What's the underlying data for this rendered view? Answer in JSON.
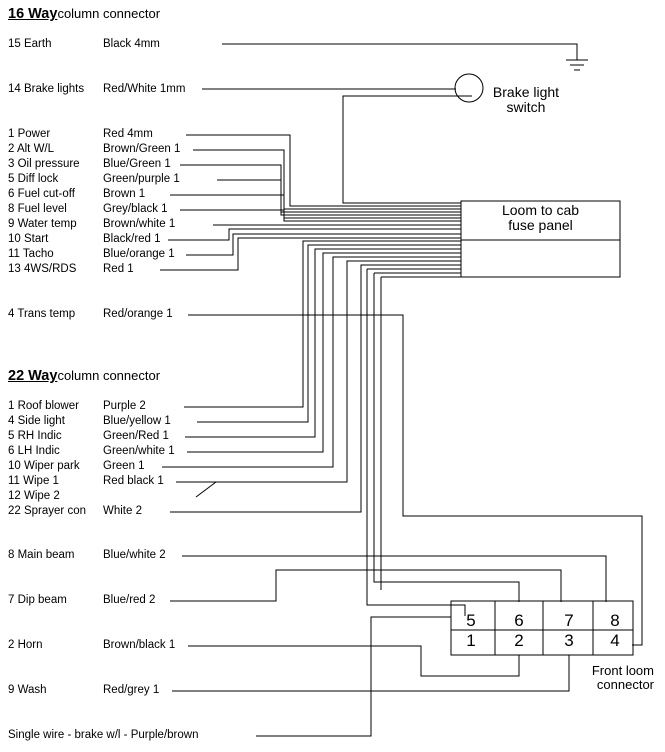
{
  "header16": {
    "num": "16 Way",
    "rest": "column connector"
  },
  "header22": {
    "num": "22 Way",
    "rest": "column connector"
  },
  "rows16": [
    {
      "name": "15 Earth",
      "wire": "Black    4mm"
    },
    {
      "name": "14 Brake lights",
      "wire": "Red/White 1mm"
    },
    {
      "name": "1 Power",
      "wire": "Red      4mm"
    },
    {
      "name": "2 Alt W/L",
      "wire": "Brown/Green 1"
    },
    {
      "name": "3 Oil pressure",
      "wire": "Blue/Green 1"
    },
    {
      "name": "5 Diff lock",
      "wire": "Green/purple 1"
    },
    {
      "name": "6 Fuel cut-off",
      "wire": "Brown   1"
    },
    {
      "name": "8 Fuel level",
      "wire": "Grey/black 1"
    },
    {
      "name": "9 Water temp",
      "wire": "Brown/white 1"
    },
    {
      "name": "10 Start",
      "wire": "Black/red 1"
    },
    {
      "name": "11 Tacho",
      "wire": "Blue/orange 1"
    },
    {
      "name": "13 4WS/RDS",
      "wire": "Red       1"
    },
    {
      "name": "4 Trans temp",
      "wire": "Red/orange 1"
    }
  ],
  "rows22": [
    {
      "name": "1 Roof blower",
      "wire": "Purple   2"
    },
    {
      "name": "4 Side light",
      "wire": "Blue/yellow 1"
    },
    {
      "name": "5 RH Indic",
      "wire": "Green/Red  1"
    },
    {
      "name": "6 LH Indic",
      "wire": "Green/white 1"
    },
    {
      "name": "10 Wiper park",
      "wire": "Green    1"
    },
    {
      "name": "11 Wipe 1",
      "wire": "Red black 1"
    },
    {
      "name": "12 Wipe 2",
      "wire": ""
    },
    {
      "name": "22 Sprayer con",
      "wire": "White    2"
    },
    {
      "name": "8 Main beam",
      "wire": "Blue/white 2"
    },
    {
      "name": "7 Dip beam",
      "wire": "Blue/red  2"
    },
    {
      "name": "2 Horn",
      "wire": "Brown/black 1"
    },
    {
      "name": "9 Wash",
      "wire": "Red/grey 1"
    }
  ],
  "single_wire": "Single wire - brake w/l - Purple/brown",
  "brake_switch": {
    "line1": "Brake light",
    "line2": "switch"
  },
  "loom": {
    "line1": "Loom to cab",
    "line2": "fuse panel"
  },
  "front_loom": {
    "line1": "Front loom",
    "line2": "connector"
  },
  "pins_top": [
    "5",
    "6",
    "7",
    "8"
  ],
  "pins_bottom": [
    "1",
    "2",
    "3",
    "4"
  ]
}
